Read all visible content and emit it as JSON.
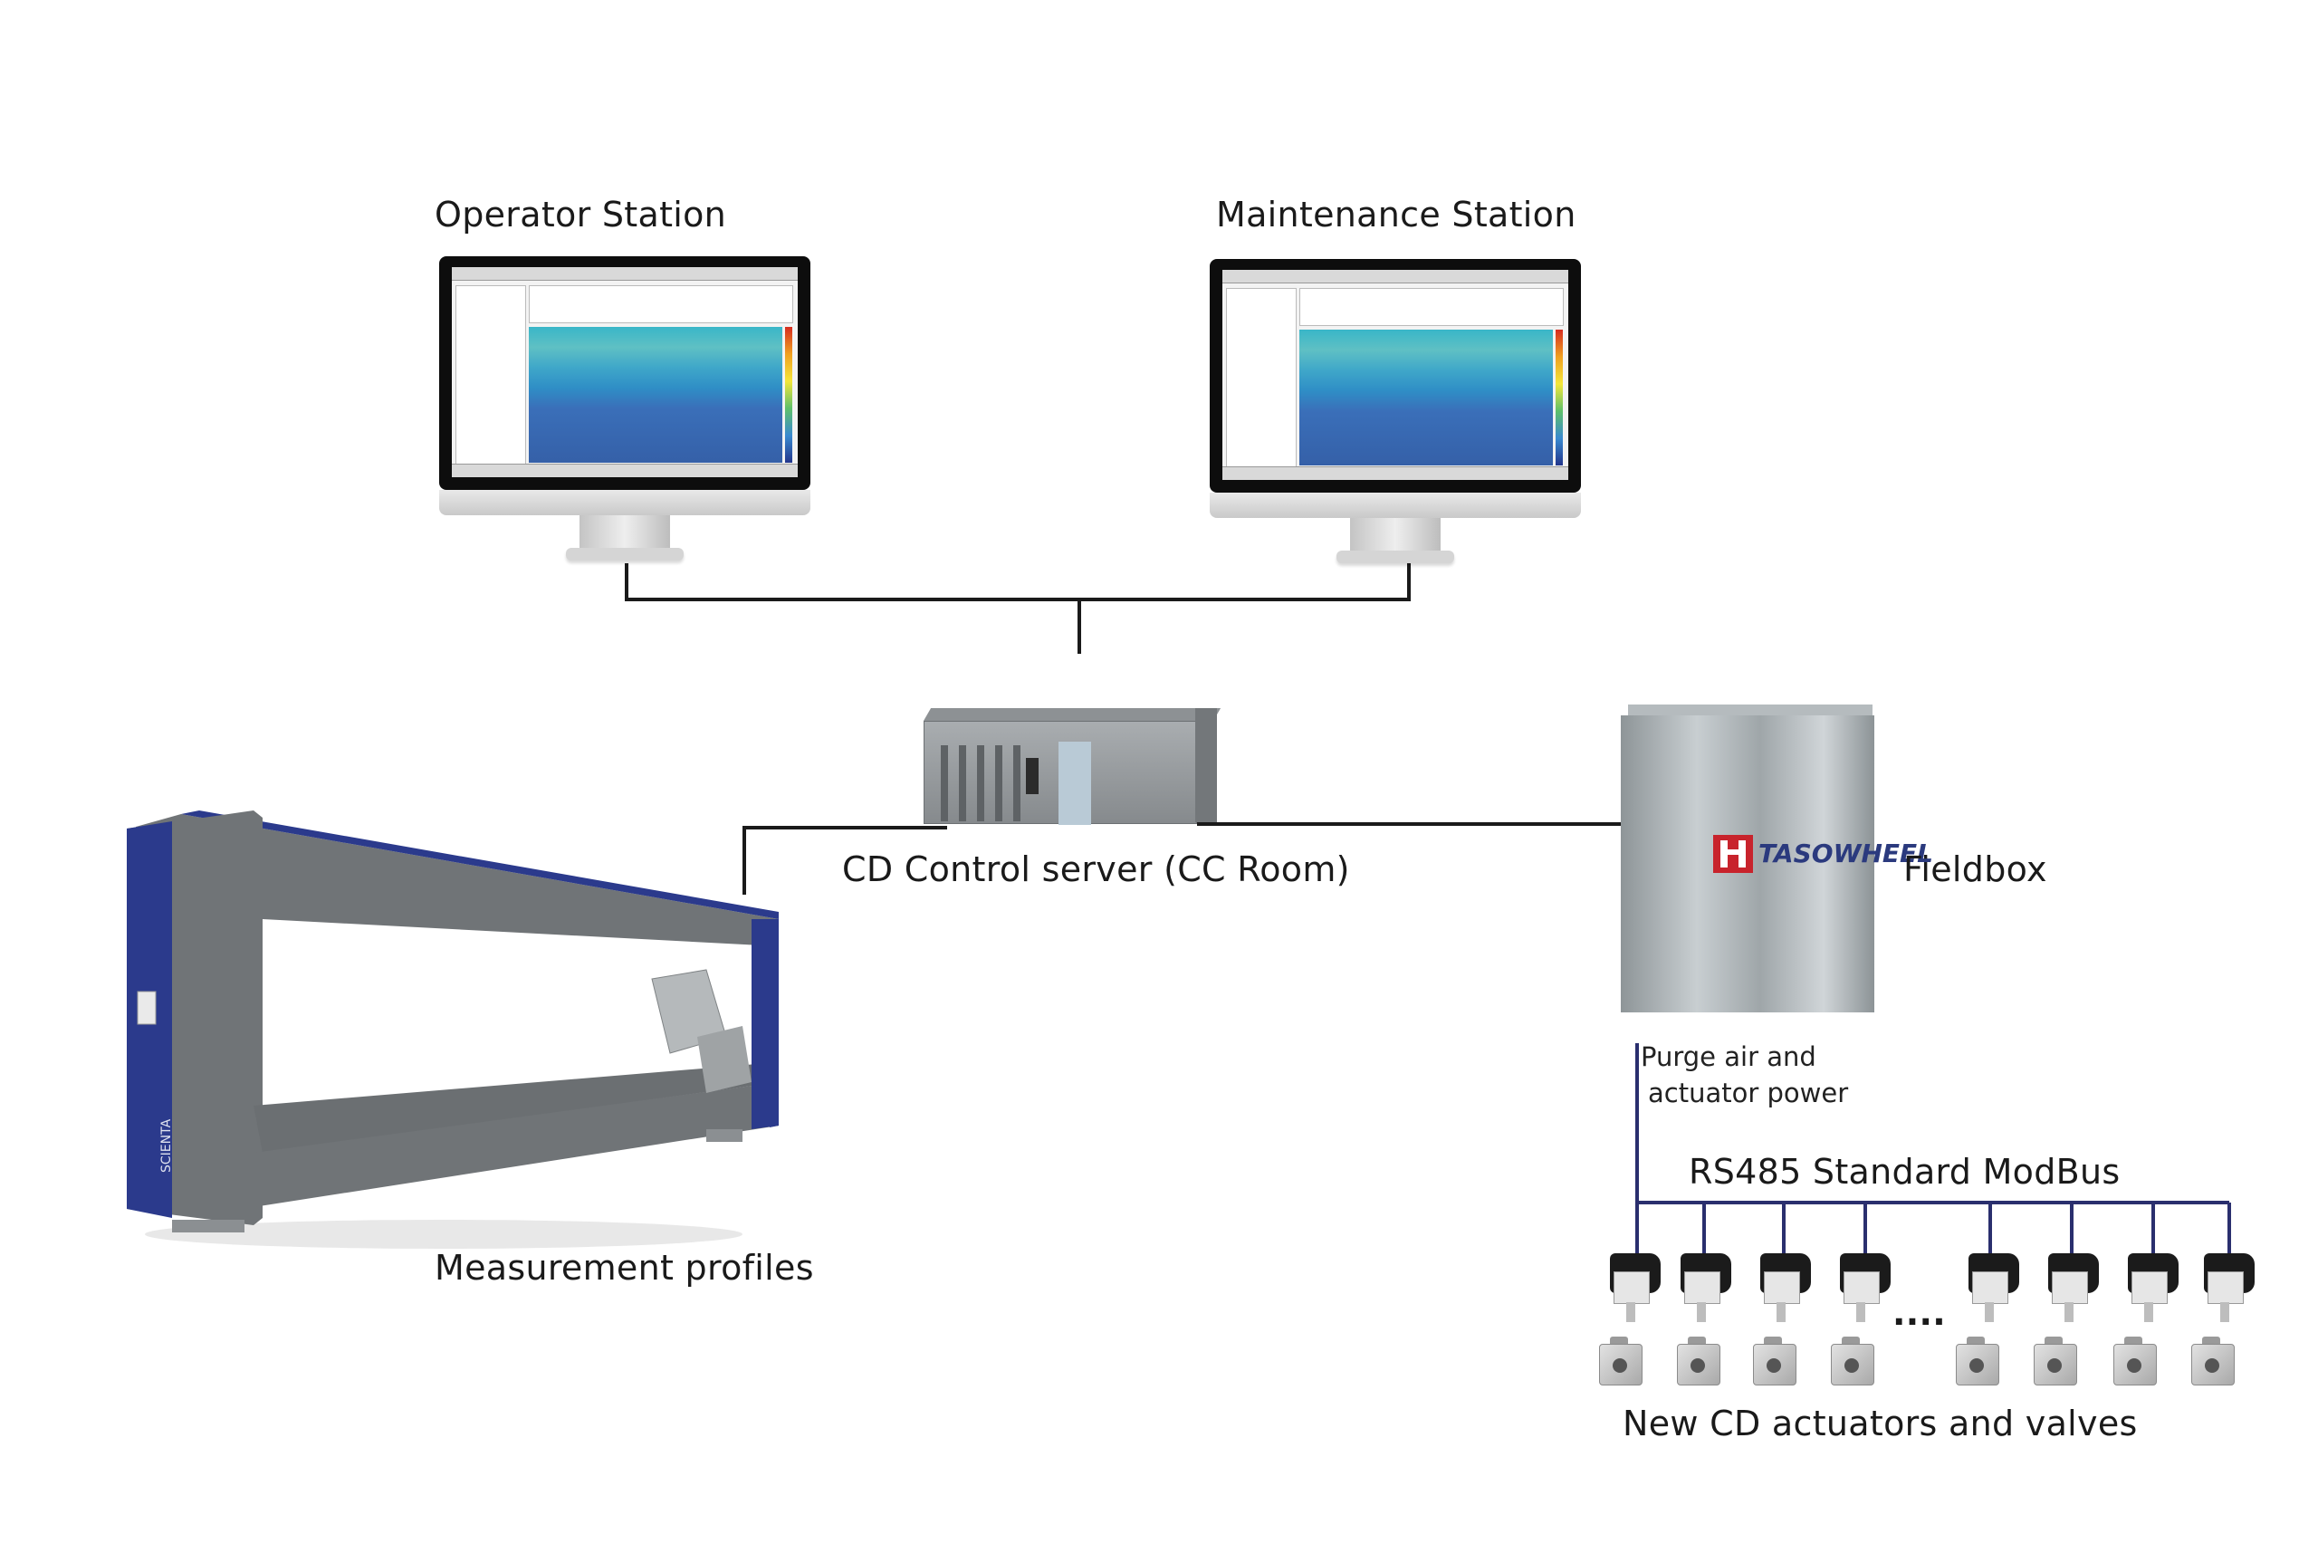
{
  "labels": {
    "operator_station": "Operator Station",
    "maintenance_station": "Maintenance Station",
    "cd_control_server": "CD Control server (CC Room)",
    "fieldbox": "Fieldbox",
    "purge_line1": "Purge air and",
    "purge_line2": "actuator power",
    "rs485": "RS485 Standard ModBus",
    "measurement": "Measurement profiles",
    "actuators": "New CD actuators and valves",
    "ellipsis": "....",
    "fieldbox_brand": "TASOWHEEL",
    "scanner_brand": "SCIENTA"
  },
  "colors": {
    "wire": "#1a1a1a",
    "bus": "#2a2f6e",
    "scanner_frame": "#2b3a8c",
    "scanner_body": "#707477"
  },
  "actuator_count_shown": 8
}
